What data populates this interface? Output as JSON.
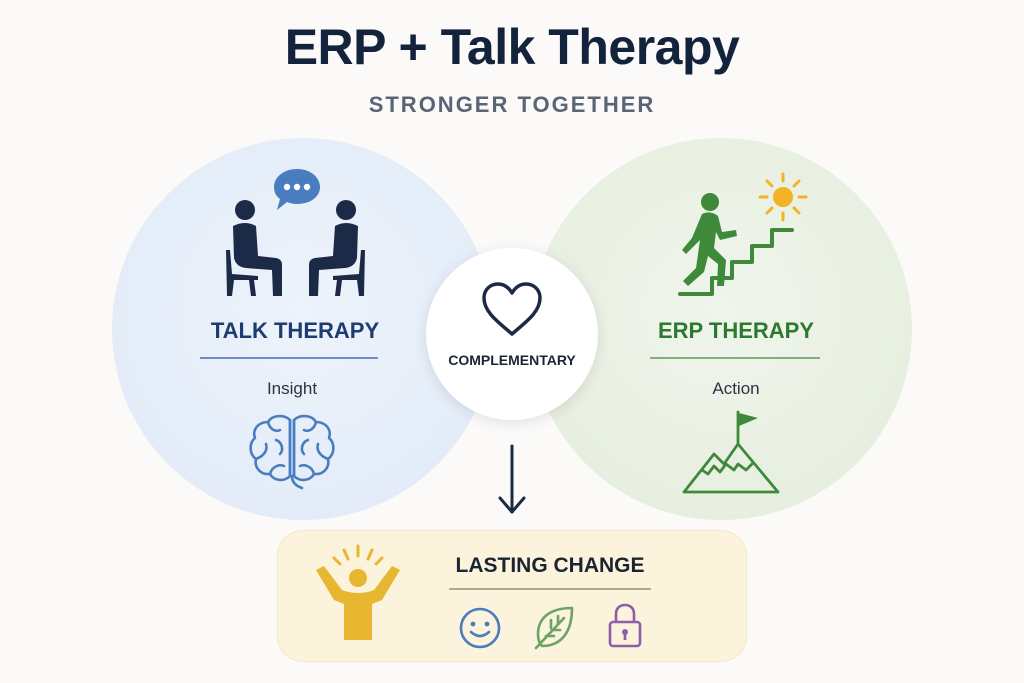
{
  "header": {
    "title": "ERP + Talk Therapy",
    "subtitle": "STRONGER TOGETHER"
  },
  "left_panel": {
    "heading": "TALK THERAPY",
    "sublabel": "Insight",
    "icons": [
      "two-people-talking-icon",
      "speech-bubble-icon",
      "brain-icon"
    ],
    "accent": "#1d3d70"
  },
  "center": {
    "label": "COMPLEMENTARY",
    "icon": "heart-icon"
  },
  "right_panel": {
    "heading": "ERP THERAPY",
    "sublabel": "Action",
    "icons": [
      "person-climbing-stairs-icon",
      "sun-icon",
      "mountain-flag-icon"
    ],
    "accent": "#2c7a2f"
  },
  "outcome": {
    "title": "LASTING CHANGE",
    "icons": [
      "celebrating-person-icon",
      "smiley-face-icon",
      "leaf-icon",
      "lock-icon"
    ],
    "accent": "#e8b631"
  }
}
